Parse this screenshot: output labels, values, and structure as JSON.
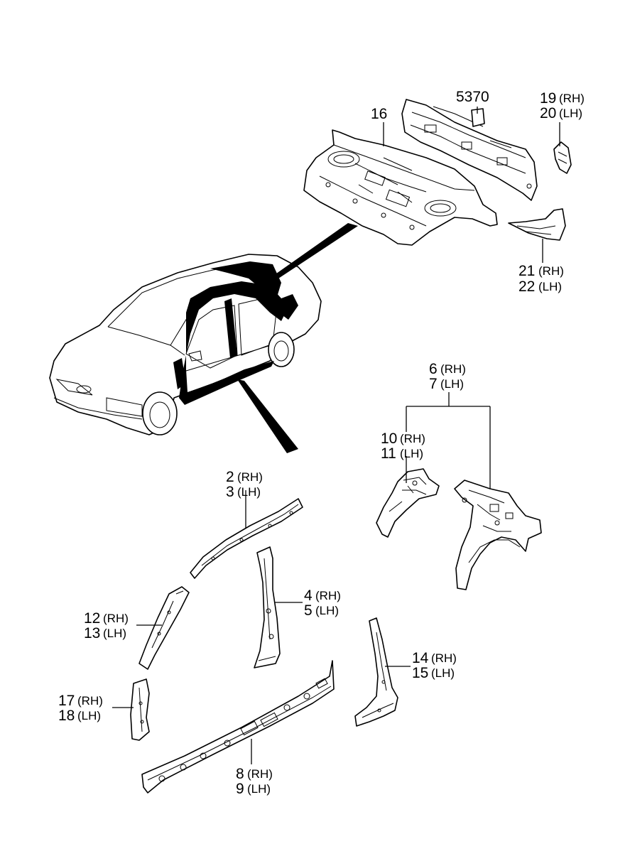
{
  "callouts": {
    "c16": "16",
    "c5370": "5370",
    "c19": "19",
    "c19s": "(RH)",
    "c20": "20",
    "c20s": "(LH)",
    "c21": "21",
    "c21s": "(RH)",
    "c22": "22",
    "c22s": "(LH)",
    "c6": "6",
    "c6s": "(RH)",
    "c7": "7",
    "c7s": "(LH)",
    "c10": "10",
    "c10s": "(RH)",
    "c11": "11",
    "c11s": "(LH)",
    "c2": "2",
    "c2s": "(RH)",
    "c3": "3",
    "c3s": "(LH)",
    "c4": "4",
    "c4s": "(RH)",
    "c5": "5",
    "c5s": "(LH)",
    "c12": "12",
    "c12s": "(RH)",
    "c13": "13",
    "c13s": "(LH)",
    "c14": "14",
    "c14s": "(RH)",
    "c15": "15",
    "c15s": "(LH)",
    "c17": "17",
    "c17s": "(RH)",
    "c18": "18",
    "c18s": "(LH)",
    "c8": "8",
    "c8s": "(RH)",
    "c9": "9",
    "c9s": "(LH)"
  }
}
